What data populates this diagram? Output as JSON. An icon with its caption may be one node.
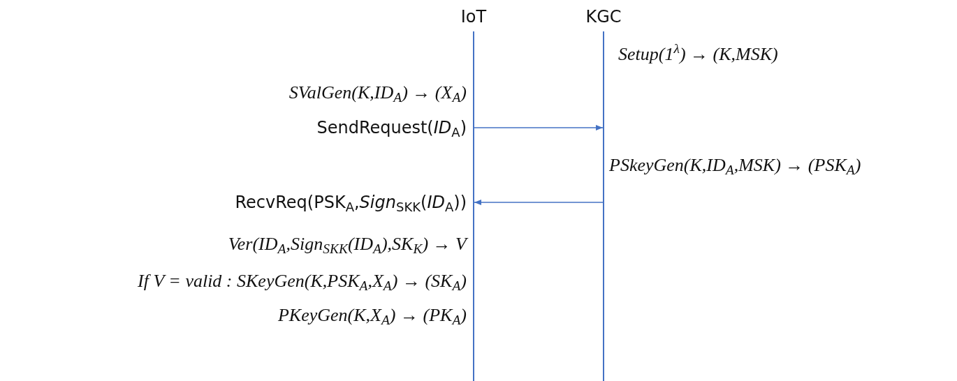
{
  "diagram": {
    "nodes": [
      {
        "text": [
          "IoT"
        ]
      },
      {
        "text": [
          "KGC"
        ]
      }
    ],
    "edges": [
      {
        "from": 0,
        "to": 1,
        "arrow": "to"
      },
      {
        "from": 1,
        "to": 0,
        "arrow": "to"
      }
    ],
    "labels": [
      "Setup(1$^{λ}$) → (K,MSK)",
      "SValGen(K,ID$_{A}$) → (X$_{A}$)",
      "SendRequest(*ID*$_{A}$)",
      "PSkeyGen(K,ID$_{A}$,MSK) → (PSK$_{A}$)",
      "RecvReq(PSK$_{A}$,*Sign*$_{SK}$$_{K}$(*ID*$_{A}$))",
      "Ver(ID$_{A}$,Sign$_{SK}$$_{K}$(ID$_{A}$),SK$_{K}$) → V",
      "If V = valid : SKeyGen(K,PSK$_{A}$,X$_{A}$) → (SK$_{A}$)",
      "PKeyGen(K,X$_{A}$) → (PK$_{A}$)"
    ]
  }
}
